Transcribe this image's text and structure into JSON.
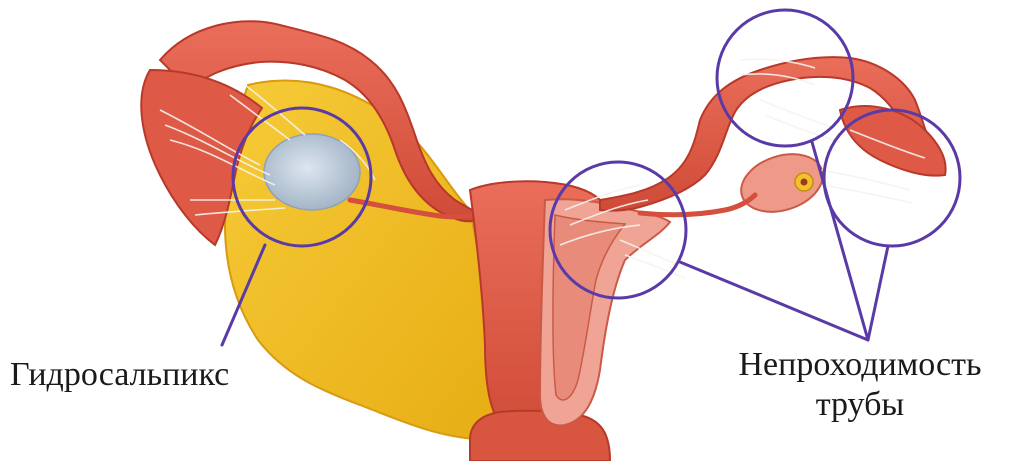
{
  "labels": {
    "hydrosalpinx": "Гидросальпикс",
    "obstruction_line1": "Непроходимость",
    "obstruction_line2": "трубы"
  },
  "colors": {
    "tissue": "#e2614e",
    "tissue_dark": "#c9432f",
    "tissue_light": "#f2a79a",
    "ovary_fat": "#f2c12e",
    "ovary_fat_dark": "#e2a812",
    "fluid": "#b9c7d6",
    "fiber": "#f4f2ee",
    "circle": "#5a3aa6",
    "text": "#1a1a1a"
  }
}
